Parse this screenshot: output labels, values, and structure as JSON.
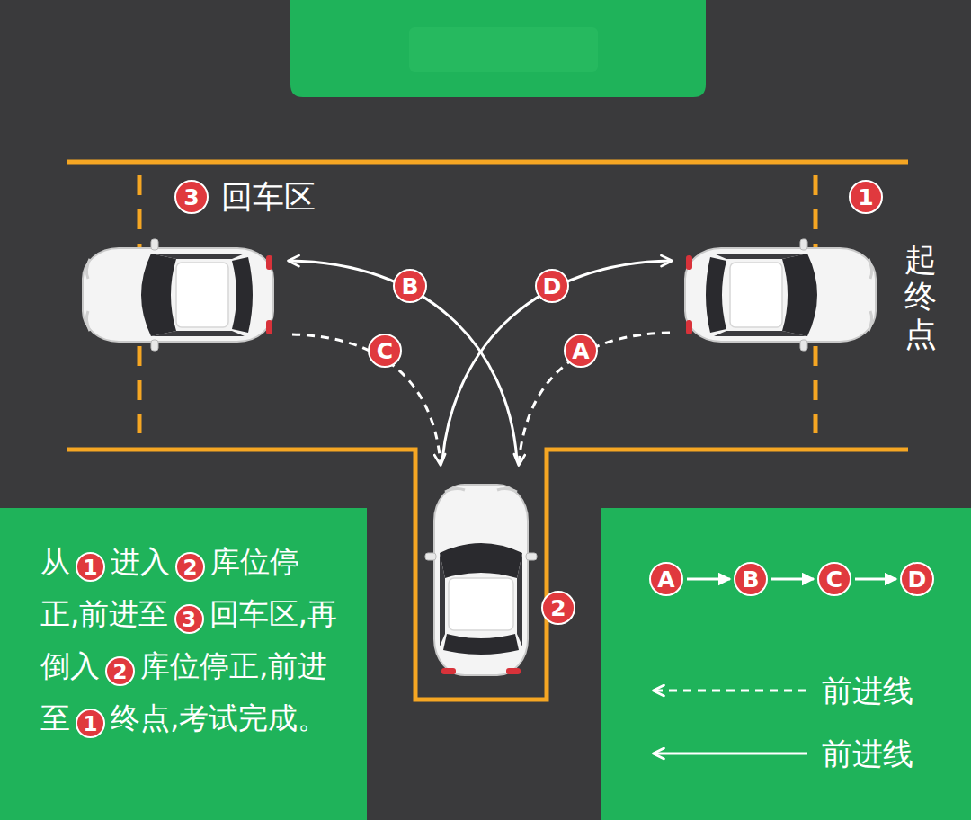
{
  "diagram": {
    "nodes": [
      {
        "text": [
          "3"
        ]
      },
      {
        "text": [
          "1"
        ]
      },
      {
        "text": [
          "B"
        ]
      },
      {
        "text": [
          "D"
        ]
      },
      {
        "text": [
          "C"
        ]
      },
      {
        "text": [
          "A"
        ]
      },
      {
        "text": [
          "A"
        ]
      },
      {
        "text": [
          "B"
        ]
      },
      {
        "text": [
          "C"
        ]
      },
      {
        "text": [
          "D"
        ]
      },
      {
        "text": [
          "2"
        ]
      }
    ],
    "edges": [
      {
        "from": 6,
        "to": 7,
        "arrow": "to"
      },
      {
        "from": 7,
        "to": 8,
        "arrow": "to"
      },
      {
        "from": 8,
        "to": 9,
        "arrow": "to"
      }
    ],
    "labels": [
      "回车区",
      "起终点",
      "从",
      "1",
      "进入",
      "2",
      "库位停正,前进至",
      "3",
      "回车区,再倒入",
      "2",
      "库位停正,前进至",
      "1",
      "终点,考试完成。"
    ],
    "legend": [
      {
        "text": "前进线"
      },
      {
        "text": "前进线"
      }
    ]
  }
}
